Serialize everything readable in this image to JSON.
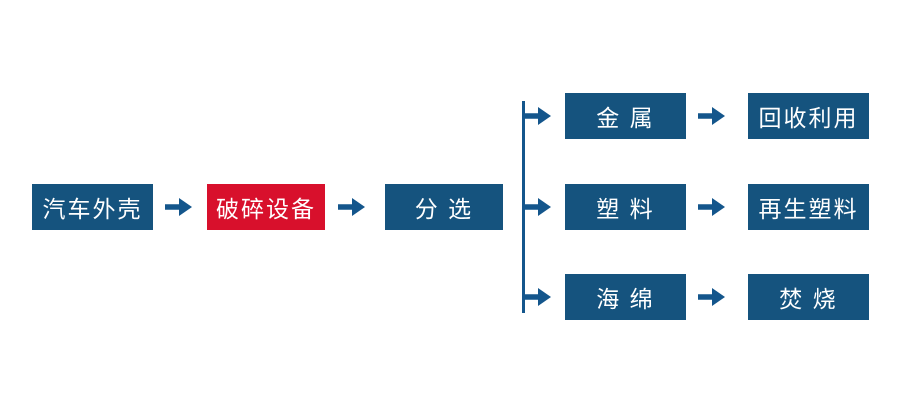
{
  "colors": {
    "background": "#ffffff",
    "node_blue": "#15537e",
    "node_red": "#d8102c",
    "arrow_blue": "#14568c",
    "node_text": "#ffffff"
  },
  "main_flow": {
    "nodes": [
      {
        "id": "car-shell",
        "label": "汽车外壳",
        "color": "blue"
      },
      {
        "id": "crushing-equipment",
        "label": "破碎设备",
        "color": "red"
      },
      {
        "id": "sorting",
        "label": "分 选",
        "color": "blue"
      }
    ]
  },
  "branches": [
    {
      "material": "金 属",
      "destination": "回收利用"
    },
    {
      "material": "塑 料",
      "destination": "再生塑料"
    },
    {
      "material": "海 绵",
      "destination": "焚 烧"
    }
  ]
}
